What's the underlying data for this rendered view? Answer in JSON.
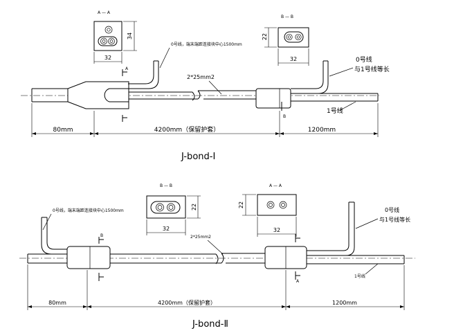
{
  "diagram1": {
    "title": "J-bond-Ⅰ",
    "section_a": {
      "label": "A — A",
      "width": "32",
      "height": "34"
    },
    "section_b": {
      "label": "B — B",
      "width": "32",
      "height": "22"
    },
    "note_zero_wire_end": "0号线，端末端距连接块中心1500mm",
    "note_cable": "2*25mm2",
    "note_zero_wire_length": "0号线",
    "note_zero_wire_length_2": "与1号线等长",
    "note_wire_one": "1号线",
    "dim_left": "80mm",
    "dim_middle": "4200mm（保留护套）",
    "dim_right": "1200mm",
    "marker_a": "A",
    "marker_b": "B"
  },
  "diagram2": {
    "title": "J-bond-Ⅱ",
    "section_b": {
      "label": "B — B",
      "width": "32",
      "height": "22"
    },
    "section_a": {
      "label": "A — A",
      "width": "32",
      "height": "22"
    },
    "note_zero_wire_end": "0号线，端末端距连接块中心1500mm",
    "note_cable": "2*25mm2",
    "note_zero_wire_length": "0号线",
    "note_zero_wire_length_2": "与1号线等长",
    "note_wire_one": "1号线",
    "dim_left": "80mm",
    "dim_middle": "4200mm（保留护套）",
    "dim_right": "1200mm",
    "marker_a": "A",
    "marker_b": "B"
  }
}
